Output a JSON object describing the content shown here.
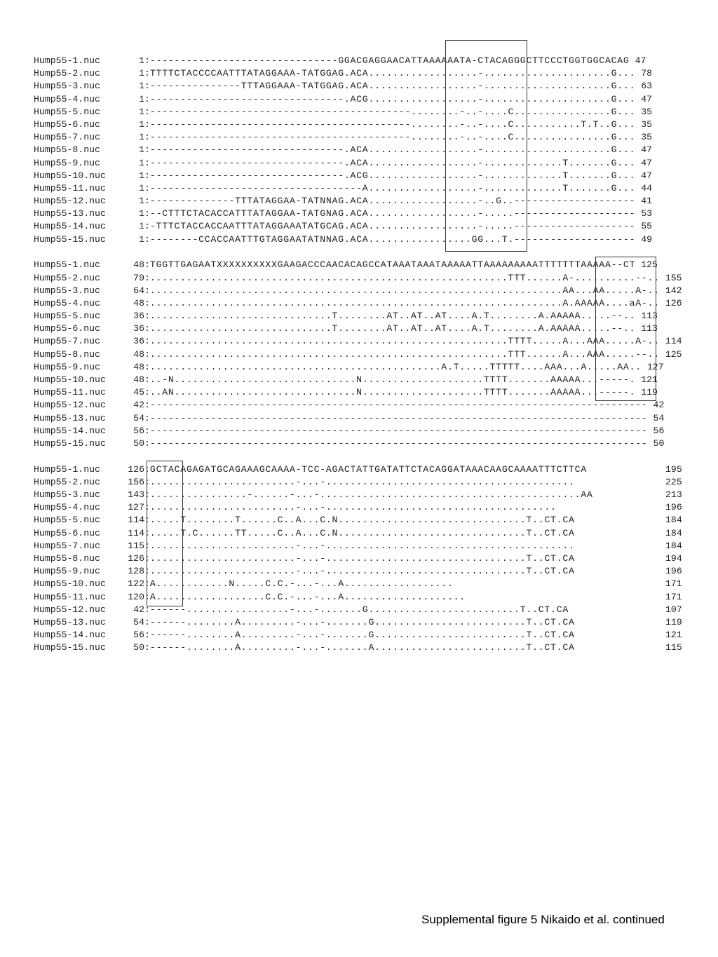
{
  "blocks": [
    {
      "rows": [
        {
          "name": "Hump55-1.nuc",
          "start": "1",
          "seq": "-------------------------------GGACGAGGAACATTAAAAAATA-CTACAGGGCTTCCCTGGTGGCACAG",
          "end": "47"
        },
        {
          "name": "Hump55-2.nuc",
          "start": "1",
          "seq": "TTTTCTACCCCAATTTATAGGAAA-TATGGAG.ACA..................-.....................G...",
          "end": "78"
        },
        {
          "name": "Hump55-3.nuc",
          "start": "1",
          "seq": "---------------TTTAGGAAA-TATGGAG.ACA..................-.....................G...",
          "end": "63"
        },
        {
          "name": "Hump55-4.nuc",
          "start": "1",
          "seq": "--------------------------------.ACG..................-.....................G...",
          "end": "47"
        },
        {
          "name": "Hump55-5.nuc",
          "start": "1",
          "seq": "-------------------------------------------........-..-....C................G...",
          "end": "35"
        },
        {
          "name": "Hump55-6.nuc",
          "start": "1",
          "seq": "-------------------------------------------........-..-....C...........T.T..G...",
          "end": "35"
        },
        {
          "name": "Hump55-7.nuc",
          "start": "1",
          "seq": "-------------------------------------------........-..-....C................G...",
          "end": "35"
        },
        {
          "name": "Hump55-8.nuc",
          "start": "1",
          "seq": "--------------------------------.ACA..................-.....................G...",
          "end": "47"
        },
        {
          "name": "Hump55-9.nuc",
          "start": "1",
          "seq": "--------------------------------.ACA..................-.............T.......G...",
          "end": "47"
        },
        {
          "name": "Hump55-10.nuc",
          "start": "1",
          "seq": "--------------------------------.ACG..................-.............T.......G...",
          "end": "47"
        },
        {
          "name": "Hump55-11.nuc",
          "start": "1",
          "seq": "-----------------------------------A..................-.............T.......G...",
          "end": "44"
        },
        {
          "name": "Hump55-12.nuc",
          "start": "1",
          "seq": "--------------TTTATAGGAA-TATNNAG.ACA..................-..G..--------------------",
          "end": "41"
        },
        {
          "name": "Hump55-13.nuc",
          "start": "1",
          "seq": "--CTTTCTACACCATTTATAGGAA-TATGNAG.ACA..................-.....--------------------",
          "end": "53"
        },
        {
          "name": "Hump55-14.nuc",
          "start": "1",
          "seq": "-TTTCTACCACCAATTTATAGGAAATATGCAG.ACA..................-.....--------------------",
          "end": "55"
        },
        {
          "name": "Hump55-15.nuc",
          "start": "1",
          "seq": "--------CCACCAATTTGTAGGAATATNNAG.ACA.................GG...T.--------------------",
          "end": "49"
        }
      ]
    },
    {
      "rows": [
        {
          "name": "Hump55-1.nuc",
          "start": "48",
          "seq": "TGGTTGAGAATXXXXXXXXXXGAAGACCCAACACAGCCATAAATAAATAAAAATTAAAAAAAAATTTTTTTAAAAA--CT",
          "end": "125"
        },
        {
          "name": "Hump55-2.nuc",
          "start": "79",
          "seq": "...........................................................TTT......A-..........--..",
          "end": "155"
        },
        {
          "name": "Hump55-3.nuc",
          "start": "64",
          "seq": "....................................................................AA...AA.....A-..",
          "end": "142"
        },
        {
          "name": "Hump55-4.nuc",
          "start": "48",
          "seq": "....................................................................A.AAAAA....aA-..",
          "end": "126"
        },
        {
          "name": "Hump55-5.nuc",
          "start": "36",
          "seq": "..............................T........AT..AT..AT....A.T........A.AAAAA.....--..",
          "end": "113"
        },
        {
          "name": "Hump55-6.nuc",
          "start": "36",
          "seq": "..............................T........AT..AT..AT....A.T........A.AAAAA.....--..",
          "end": "113"
        },
        {
          "name": "Hump55-7.nuc",
          "start": "36",
          "seq": "...........................................................TTTT.....A...AAA.....A-..",
          "end": "114"
        },
        {
          "name": "Hump55-8.nuc",
          "start": "48",
          "seq": "...........................................................TTT......A...AAA.....--..",
          "end": "125"
        },
        {
          "name": "Hump55-9.nuc",
          "start": "48",
          "seq": "................................................A.T.....TTTTT....AAA...A.....AA..",
          "end": "127"
        },
        {
          "name": "Hump55-10.nuc",
          "start": "48",
          "seq": "..-N..............................N....................TTTT.......AAAAA...-----.",
          "end": "121"
        },
        {
          "name": "Hump55-11.nuc",
          "start": "45",
          "seq": "..AN..............................N....................TTTT.......AAAAA...-----.",
          "end": "119"
        },
        {
          "name": "Hump55-12.nuc",
          "start": "42",
          "seq": "----------------------------------------------------------------------------------",
          "end": "42"
        },
        {
          "name": "Hump55-13.nuc",
          "start": "54",
          "seq": "----------------------------------------------------------------------------------",
          "end": "54"
        },
        {
          "name": "Hump55-14.nuc",
          "start": "56",
          "seq": "----------------------------------------------------------------------------------",
          "end": "56"
        },
        {
          "name": "Hump55-15.nuc",
          "start": "50",
          "seq": "----------------------------------------------------------------------------------",
          "end": "50"
        }
      ]
    },
    {
      "rows": [
        {
          "name": "Hump55-1.nuc",
          "start": "126",
          "seq": "GCTACAGAGATGCAGAAAGCAAAA-TCC-AGACTATTGATATTCTACAGGATAAACAAGCAAAATTTCTTCA",
          "end": "195"
        },
        {
          "name": "Hump55-2.nuc",
          "start": "156",
          "seq": "........................-...-.........................................",
          "end": "225"
        },
        {
          "name": "Hump55-3.nuc",
          "start": "143",
          "seq": "................-......-...-...........................................AA",
          "end": "213"
        },
        {
          "name": "Hump55-4.nuc",
          "start": "127",
          "seq": "........................-...-......................................",
          "end": "196"
        },
        {
          "name": "Hump55-5.nuc",
          "start": "114",
          "seq": ".....T........T......C..A...C.N...............................T..CT.CA",
          "end": "184"
        },
        {
          "name": "Hump55-6.nuc",
          "start": "114",
          "seq": ".....T.C......TT.....C..A...C.N...............................T..CT.CA",
          "end": "184"
        },
        {
          "name": "Hump55-7.nuc",
          "start": "115",
          "seq": "........................-...-.........................................",
          "end": "184"
        },
        {
          "name": "Hump55-8.nuc",
          "start": "126",
          "seq": "........................-...-.................................T..CT.CA",
          "end": "194"
        },
        {
          "name": "Hump55-9.nuc",
          "start": "128",
          "seq": "........................-...-.................................T..CT.CA",
          "end": "196"
        },
        {
          "name": "Hump55-10.nuc",
          "start": "122",
          "seq": "A............N.....C.C.-...-...A..................",
          "end": "171"
        },
        {
          "name": "Hump55-11.nuc",
          "start": "120",
          "seq": "A..................C.C.-...-...A....................",
          "end": "171"
        },
        {
          "name": "Hump55-12.nuc",
          "start": "42",
          "seq": "------.................-...-.......G.........................T..CT.CA",
          "end": "107"
        },
        {
          "name": "Hump55-13.nuc",
          "start": "54",
          "seq": "------........A.........-...-.......G.........................T..CT.CA",
          "end": "119"
        },
        {
          "name": "Hump55-14.nuc",
          "start": "56",
          "seq": "------........A.........-...-.......G.........................T..CT.CA",
          "end": "121"
        },
        {
          "name": "Hump55-15.nuc",
          "start": "50",
          "seq": "------........A.........-...-.......A.........................T..CT.CA",
          "end": "115"
        }
      ]
    }
  ],
  "caption": "Supplemental figure 5 Nikaido et al. continued"
}
